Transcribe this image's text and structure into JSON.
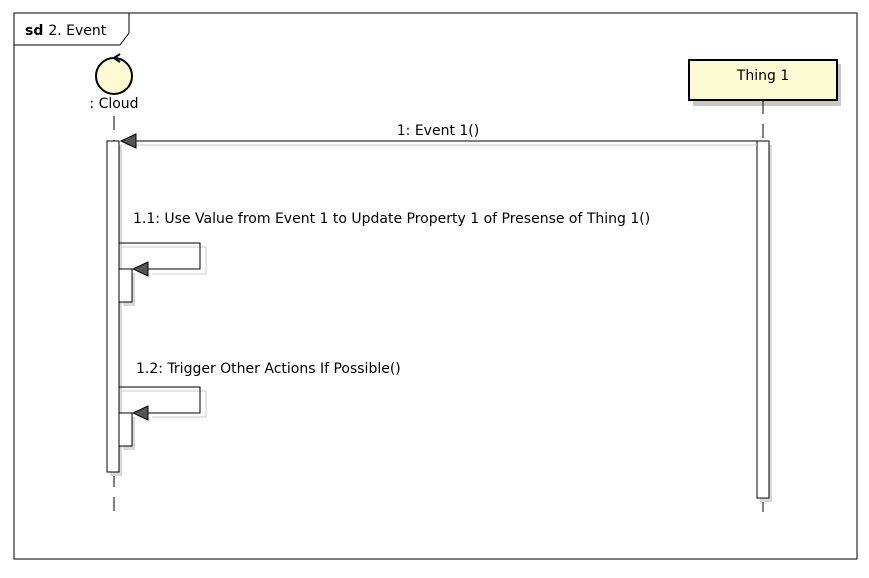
{
  "frame": {
    "keyword": "sd",
    "title": "2. Event"
  },
  "lifelines": {
    "cloud": {
      "label": ": Cloud",
      "icon": "control-circle-icon"
    },
    "thing": {
      "label": "Thing 1",
      "fill": "#fdfbd3"
    }
  },
  "messages": [
    {
      "label": "1: Event 1()",
      "kind": "async"
    },
    {
      "label": "1.1: Use Value from Event 1 to Update Property 1 of Presense of Thing 1()",
      "kind": "self"
    },
    {
      "label": "1.2: Trigger Other Actions If Possible()",
      "kind": "self"
    }
  ],
  "colors": {
    "line": "#000000",
    "shadow": "#c8c8c8",
    "thing_box": "#fdfbd3",
    "arrowhead": "#555555"
  }
}
